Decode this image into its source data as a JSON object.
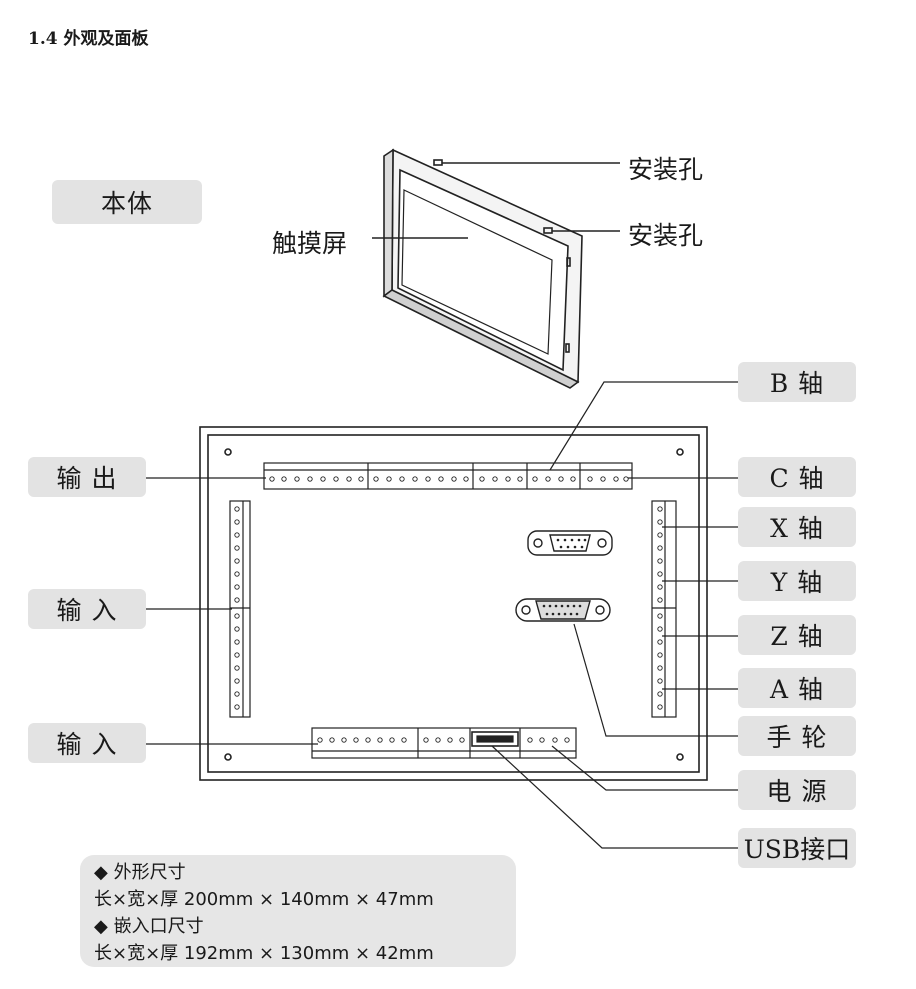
{
  "section_heading": "1.4 外观及面板",
  "body_label": "本体",
  "top_view": {
    "mount_hole_1": "安装孔",
    "mount_hole_2": "安装孔",
    "touch_screen": "触摸屏"
  },
  "panel_labels": {
    "output": "输 出",
    "input_left": "输 入",
    "input_bottom": "输 入",
    "b_axis": "B 轴",
    "c_axis": "C 轴",
    "x_axis": "X 轴",
    "y_axis": "Y 轴",
    "z_axis": "Z 轴",
    "a_axis": "A 轴",
    "handwheel": "手 轮",
    "power": "电 源",
    "usb": "USB接口"
  },
  "specs": {
    "outer_title": "◆ 外形尺寸",
    "outer_value": "长×宽×厚 200mm × 140mm × 47mm",
    "cutout_title": "◆ 嵌入口尺寸",
    "cutout_value": "长×宽×厚 192mm × 130mm × 42mm"
  }
}
